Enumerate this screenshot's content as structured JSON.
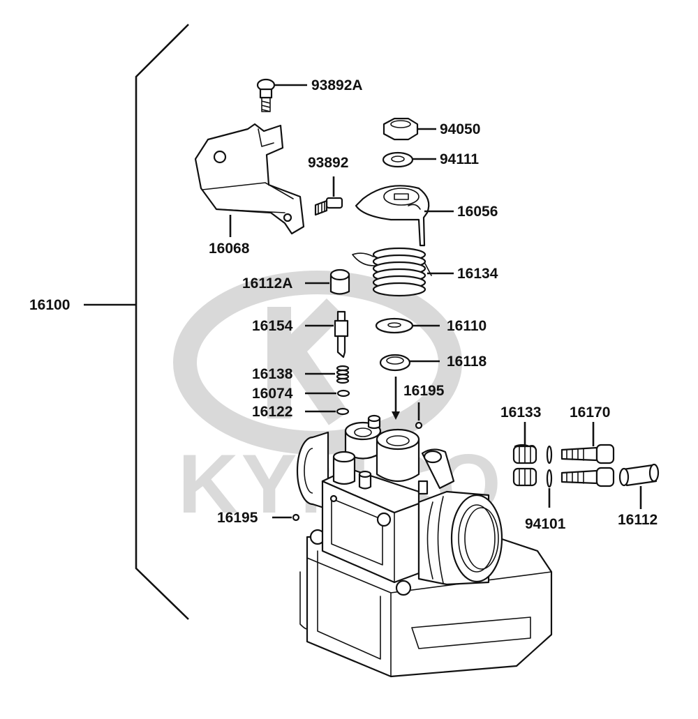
{
  "watermark": {
    "text": "KYMCO"
  },
  "bracket_label": "16100",
  "callouts": [
    {
      "id": "93892A",
      "text": "93892A"
    },
    {
      "id": "94050",
      "text": "94050"
    },
    {
      "id": "94111",
      "text": "94111"
    },
    {
      "id": "93892",
      "text": "93892"
    },
    {
      "id": "16056",
      "text": "16056"
    },
    {
      "id": "16068",
      "text": "16068"
    },
    {
      "id": "16134",
      "text": "16134"
    },
    {
      "id": "16112A",
      "text": "16112A"
    },
    {
      "id": "16154",
      "text": "16154"
    },
    {
      "id": "16110",
      "text": "16110"
    },
    {
      "id": "16118",
      "text": "16118"
    },
    {
      "id": "16138",
      "text": "16138"
    },
    {
      "id": "16074",
      "text": "16074"
    },
    {
      "id": "16195-top",
      "text": "16195"
    },
    {
      "id": "16122",
      "text": "16122"
    },
    {
      "id": "16133",
      "text": "16133"
    },
    {
      "id": "16170",
      "text": "16170"
    },
    {
      "id": "16195-side",
      "text": "16195"
    },
    {
      "id": "94101",
      "text": "94101"
    },
    {
      "id": "16112",
      "text": "16112"
    }
  ]
}
